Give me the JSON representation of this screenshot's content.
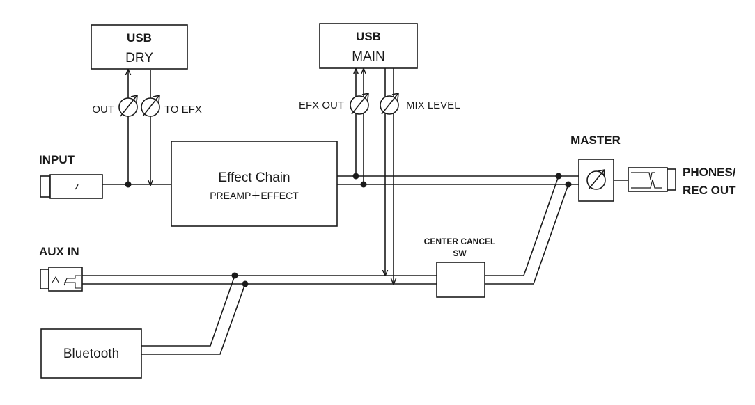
{
  "usb_dry": {
    "title": "USB",
    "subtitle": "DRY"
  },
  "usb_main": {
    "title": "USB",
    "subtitle": "MAIN"
  },
  "knobs": {
    "out": "OUT",
    "to_efx": "TO EFX",
    "efx_out": "EFX OUT",
    "mix_level": "MIX LEVEL"
  },
  "input_label": "INPUT",
  "effect_chain": {
    "title": "Effect Chain",
    "subtitle": "PREAMP＋EFFECT"
  },
  "master_label": "MASTER",
  "phones_label": {
    "line1": "PHONES/",
    "line2": "REC OUT"
  },
  "aux_in_label": "AUX IN",
  "center_cancel": {
    "line1": "CENTER CANCEL",
    "line2": "SW"
  },
  "bluetooth_label": "Bluetooth",
  "colors": {
    "line": "#1a1a1a",
    "background": "#ffffff"
  }
}
